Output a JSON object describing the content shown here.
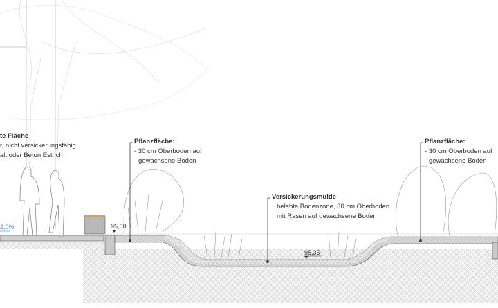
{
  "left_label": {
    "title": "te Fläche",
    "line1": "r, nicht versickerungsfähig",
    "line2": "alt oder Beton Estrich"
  },
  "slope_label": "2,0%",
  "level_left": "95,60",
  "level_swale": "95,35",
  "planting_left": {
    "title": "Pflanzfläche:",
    "line1": "- 30 cm Oberboden auf",
    "line2": "gewachsene Boden"
  },
  "swale": {
    "title": "Versickerungsmulde",
    "line1": "belebte Bodenzone, 30 cm Oberboden",
    "line2": "mit Rasen auf gewachsene Boden"
  },
  "planting_right": {
    "title": "Pflanzfläche:",
    "line1": "- 30 cm Oberboden auf",
    "line2": "gewachsene Boden"
  },
  "colors": {
    "slope": "#4a8fc0",
    "line": "#333333",
    "soil": "#cfcfcf"
  }
}
